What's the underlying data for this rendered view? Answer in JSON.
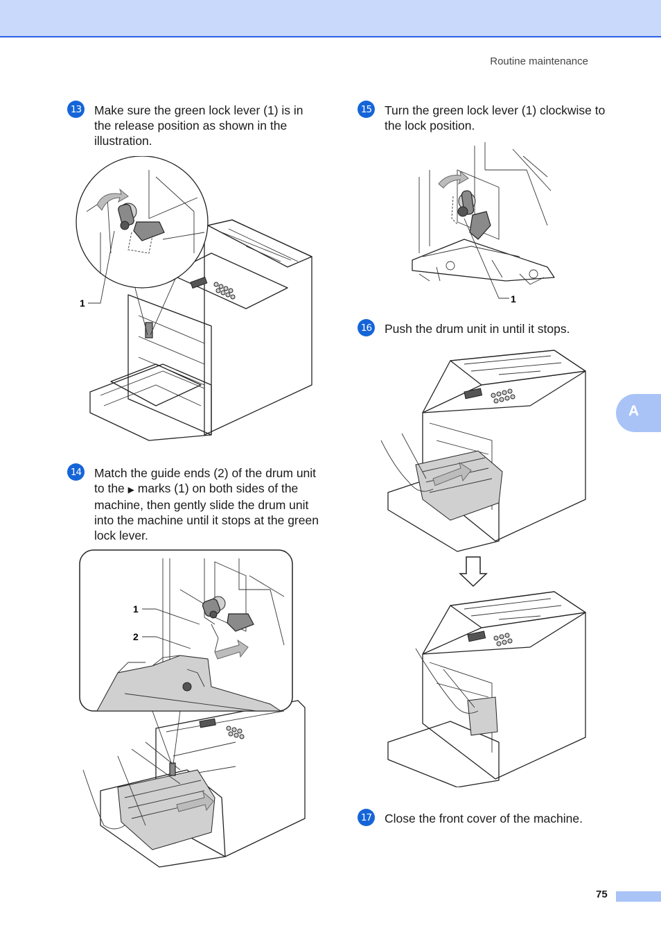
{
  "header": {
    "running_head": "Routine maintenance"
  },
  "steps": [
    {
      "number": "13",
      "text": "Make sure the green lock lever (1) is in the release position as shown in the illustration.",
      "figure_callouts": [
        "1"
      ]
    },
    {
      "number": "14",
      "text_before_mark": "Match the guide ends (2) of the drum unit to the",
      "mark_glyph": "▶",
      "text_after_mark": "marks (1) on both sides of the machine, then gently slide the drum unit into the machine until it stops at the green lock lever.",
      "figure_callouts": [
        "1",
        "2"
      ]
    },
    {
      "number": "15",
      "text": "Turn the green lock lever (1) clockwise to the lock position.",
      "figure_callouts": [
        "1"
      ]
    },
    {
      "number": "16",
      "text": "Push the drum unit in until it stops."
    },
    {
      "number": "17",
      "text": "Close the front cover of the machine."
    }
  ],
  "side_tab": {
    "label": "A"
  },
  "footer": {
    "page_number": "75"
  },
  "colors": {
    "header_band": "#c9d9fb",
    "header_rule": "#2a62e6",
    "step_badge": "#1565d8",
    "side_tab": "#a9c3f6"
  }
}
